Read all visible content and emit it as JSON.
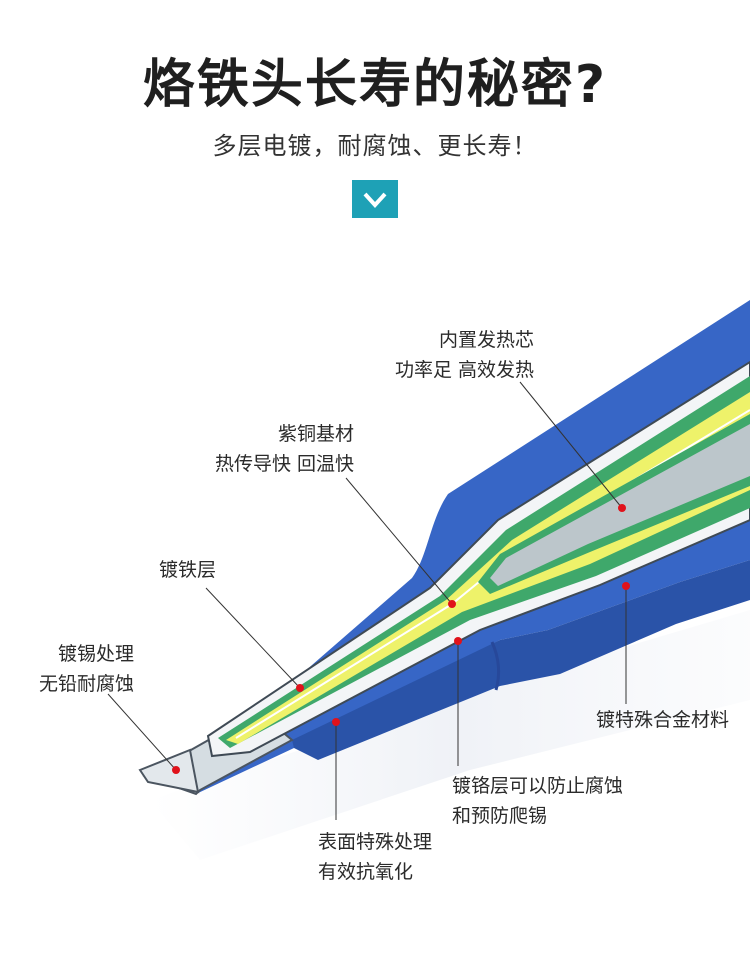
{
  "header": {
    "title": "烙铁头长寿的秘密?",
    "subtitle": "多层电镀，耐腐蚀、更长寿！",
    "chevron_icon": "chevron-down-icon"
  },
  "colors": {
    "accent": "#1ea1b6",
    "blue_shell": "#3766c6",
    "green_layer": "#3fa86b",
    "yellow_layer": "#eef26a",
    "core_gray": "#bcc6cb",
    "tip_silver": "#d5dde2",
    "marker_red": "#e0121b"
  },
  "callouts": {
    "heater": {
      "line1": "内置发热芯",
      "line2": "功率足 高效发热"
    },
    "copper": {
      "line1": "紫铜基材",
      "line2": "热传导快 回温快"
    },
    "iron": {
      "line1": "镀铁层"
    },
    "tin": {
      "line1": "镀锡处理",
      "line2": "无铅耐腐蚀"
    },
    "alloy": {
      "line1": "镀特殊合金材料"
    },
    "chrome": {
      "line1": "镀铬层可以防止腐蚀",
      "line2": "和预防爬锡"
    },
    "surface": {
      "line1": "表面特殊处理",
      "line2": "有效抗氧化"
    }
  }
}
